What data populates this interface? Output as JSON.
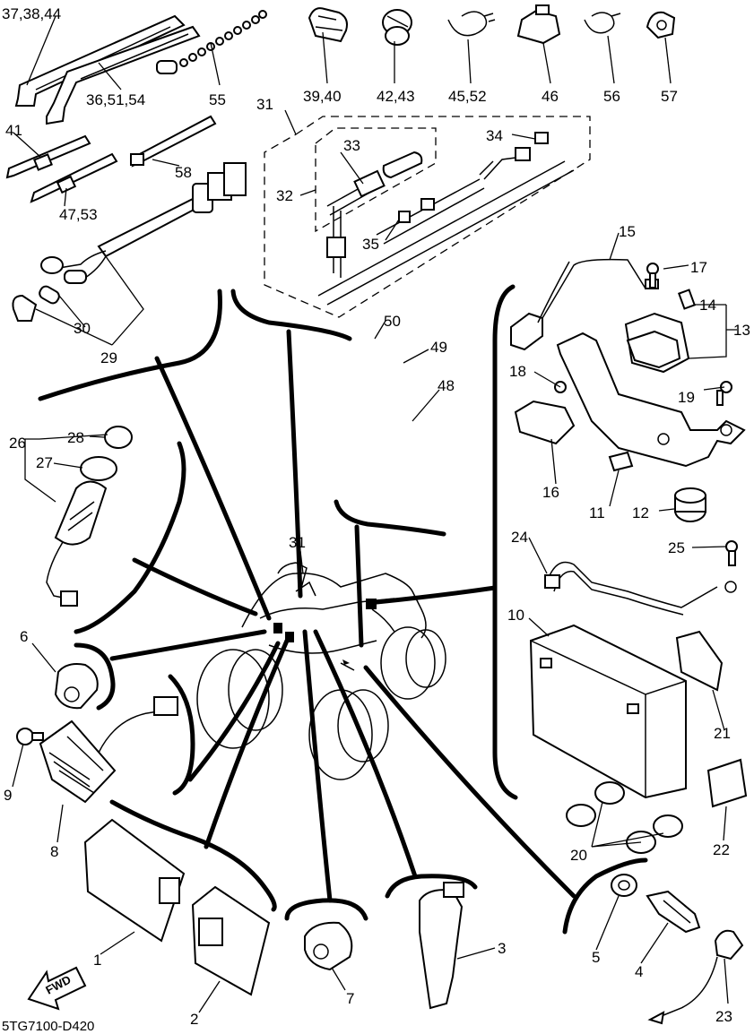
{
  "diagram_code": "5TG7100-D420",
  "forward_arrow_label": "FWD",
  "callouts": {
    "c1": "1",
    "c2": "2",
    "c3": "3",
    "c4": "4",
    "c5": "5",
    "c6": "6",
    "c7": "7",
    "c8": "8",
    "c9": "9",
    "c10": "10",
    "c11": "11",
    "c12": "12",
    "c13": "13",
    "c14": "14",
    "c15": "15",
    "c16": "16",
    "c17": "17",
    "c18": "18",
    "c19": "19",
    "c20": "20",
    "c21": "21",
    "c22": "22",
    "c23": "23",
    "c24": "24",
    "c25": "25",
    "c26": "26",
    "c27": "27",
    "c28": "28",
    "c29": "29",
    "c30": "30",
    "c31_top": "31",
    "c31_vehicle": "31",
    "c32": "32",
    "c33": "33",
    "c34": "34",
    "c35": "35",
    "c37_38_44": "37,38,44",
    "c36_51_54": "36,51,54",
    "c55": "55",
    "c41": "41",
    "c47_53": "47,53",
    "c58": "58",
    "c39_40": "39,40",
    "c42_43": "42,43",
    "c45_52": "45,52",
    "c46": "46",
    "c56": "56",
    "c57": "57",
    "c50": "50",
    "c49": "49",
    "c48": "48"
  }
}
